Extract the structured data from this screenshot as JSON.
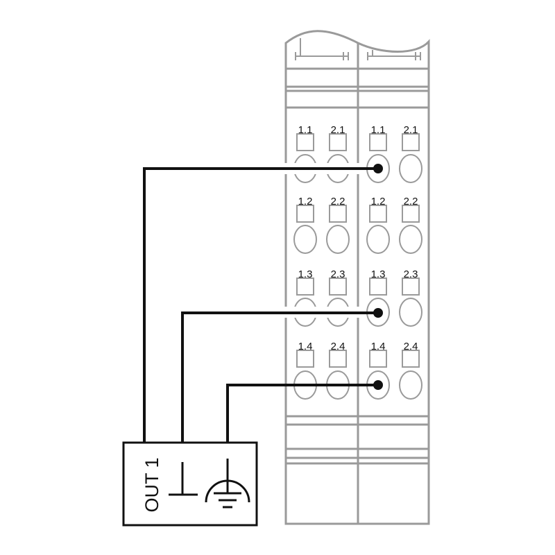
{
  "device": {
    "modules": [
      {
        "rows": [
          [
            "1.1",
            "2.1"
          ],
          [
            "1.2",
            "2.2"
          ],
          [
            "1.3",
            "2.3"
          ],
          [
            "1.4",
            "2.4"
          ]
        ]
      },
      {
        "rows": [
          [
            "1.1",
            "2.1"
          ],
          [
            "1.2",
            "2.2"
          ],
          [
            "1.3",
            "2.3"
          ],
          [
            "1.4",
            "2.4"
          ]
        ]
      }
    ]
  },
  "output_box": {
    "label": "OUT 1",
    "symbols": [
      "ground-icon",
      "protective-earth-icon"
    ]
  },
  "connections": [
    {
      "terminal": "1.1",
      "to": "OUT 1"
    },
    {
      "terminal": "1.3",
      "to": "ground"
    },
    {
      "terminal": "1.4",
      "to": "protective earth"
    }
  ]
}
